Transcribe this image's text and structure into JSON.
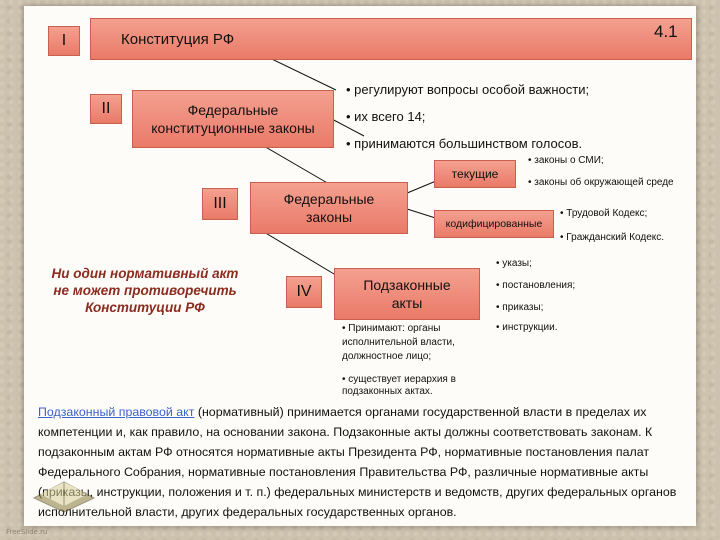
{
  "slide_number": "4.1",
  "roman": {
    "i": "I",
    "ii": "II",
    "iii": "III",
    "iv": "IV"
  },
  "boxes": {
    "constitution": "Конституция РФ",
    "fcl_line1": "Федеральные",
    "fcl_line2": "конституционные законы",
    "fl_line1": "Федеральные",
    "fl_line2": "законы",
    "sub_line1": "Подзаконные",
    "sub_line2": "акты",
    "current": "текущие",
    "codified": "кодифицированные"
  },
  "fcl_points": [
    "регулируют вопросы особой важности;",
    "их всего 14;",
    "принимаются большинством голосов."
  ],
  "current_items": [
    "законы о СМИ;",
    "законы об окружающей среде"
  ],
  "codified_items": [
    "Трудовой Кодекс;",
    "Гражданский Кодекс."
  ],
  "subordinate_types": [
    "указы;",
    "постановления;",
    "приказы;",
    "инструкции."
  ],
  "subordinate_notes": {
    "adopted_line1": "Принимают: органы",
    "adopted_line2": "исполнительной власти,",
    "adopted_line3": "должностное лицо;",
    "hierarchy_line1": "существует иерархия в",
    "hierarchy_line2": "подзаконных актах."
  },
  "principle": {
    "line1": "Ни один нормативный акт",
    "line2": "не может противоречить",
    "line3": "Конституции РФ"
  },
  "paragraph": {
    "link": "Подзаконный правовой акт",
    "text": " (нормативный) принимается органами государственной власти в пределах их компетенции и, как правило, на основании закона. Подзаконные акты должны соответствовать законам. К подзаконным актам РФ относятся нормативные акты Президента РФ, нормативные постановления палат Федерального Собрания, нормативные постановления Правительства РФ, различные нормативные акты (приказы, инструкции, положения и т. п.) федеральных министерств и ведомств, других федеральных органов исполнительной власти, других федеральных государственных органов."
  },
  "watermark": "FreeSlide.ru"
}
